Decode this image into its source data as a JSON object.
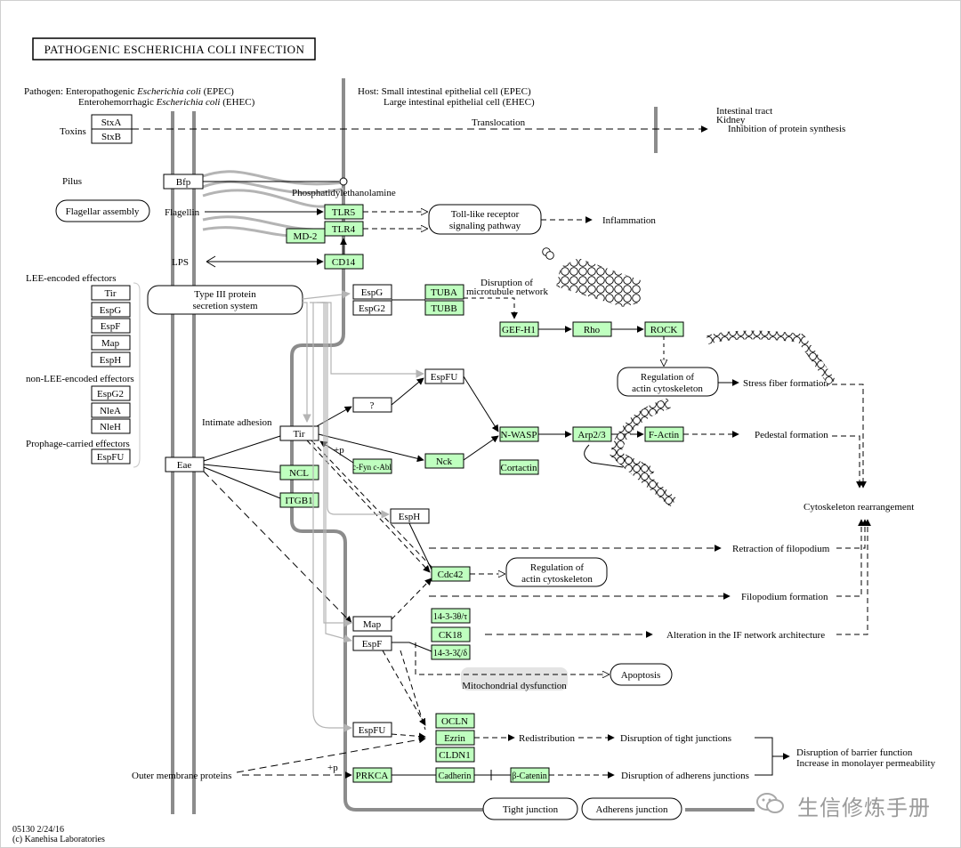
{
  "title": "PATHOGENIC ESCHERICHIA COLI INFECTION",
  "pathogen": {
    "prefix": "Pathogen: Enteropathogenic ",
    "species1": "Escherichia coli",
    "suffix1": " (EPEC)",
    "prefix2": "Enterohemorrhagic ",
    "species2": "Escherichia coli",
    "suffix2": " (EHEC)"
  },
  "host": {
    "line1": "Host: Small intestinal epithelial cell (EPEC)",
    "line2": "Large intestinal epithelial cell (EHEC)"
  },
  "labels": {
    "toxins": "Toxins",
    "pilus": "Pilus",
    "flagellin": "Flagellin",
    "lps": "LPS",
    "lee_effectors": "LEE-encoded effectors",
    "non_lee_effectors": "non-LEE-encoded effectors",
    "prophage_effectors": "Prophage-carried effectors",
    "intimate_adhesion": "Intimate adhesion",
    "translocation": "Translocation",
    "phosphatidylethanolamine": "Phosphatidylethanolamine",
    "inflammation": "Inflammation",
    "disruption_microtubule_1": "Disruption of",
    "disruption_microtubule_2": "microtubule network",
    "intestinal_tract": "Intestinal tract",
    "kidney": "Kidney",
    "inhibition_protein": "Inhibition of protein synthesis",
    "stress_fiber": "Stress fiber formation",
    "pedestal": "Pedestal formation",
    "cytoskeleton_rearr": "Cytoskeleton rearrangement",
    "retraction": "Retraction of filopodium",
    "filopodium": "Filopodium formation",
    "if_network": "Alteration in the IF network architecture",
    "mito": "Mitochondrial dysfunction",
    "redistribution": "Redistribution",
    "disruption_tight": "Disruption of tight junctions",
    "disruption_adherens": "Disruption of adherens junctions",
    "barrier1": "Disruption of barrier function",
    "barrier2": "Increase in monolayer permeability",
    "outer_membrane": "Outer membrane proteins",
    "plus_p1": "+p",
    "plus_p2": "+p",
    "footer1": "05130 2/24/16",
    "footer2": "(c) Kanehisa Laboratories"
  },
  "rounded_boxes": {
    "flagellar_assembly": "Flagellar assembly",
    "type3_line1": "Type III protein",
    "type3_line2": "secretion system",
    "tlr_line1": "Toll-like receptor",
    "tlr_line2": "signaling pathway",
    "reg_actin1_line1": "Regulation of",
    "reg_actin1_line2": "actin cytoskeleton",
    "reg_actin2_line1": "Regulation of",
    "reg_actin2_line2": "actin cytoskeleton",
    "apoptosis": "Apoptosis",
    "tight_junction": "Tight junction",
    "adherens_junction": "Adherens junction"
  },
  "white_genes": {
    "stxa": "StxA",
    "stxb": "StxB",
    "bfp": "Bfp",
    "tir_left": "Tir",
    "espg_left": "EspG",
    "espf_left": "EspF",
    "map_left": "Map",
    "esph_left": "EspH",
    "espg2_left": "EspG2",
    "nlea": "NleA",
    "nleh": "NleH",
    "espfu_left": "EspFU",
    "eae": "Eae",
    "espg": "EspG",
    "espg2": "EspG2",
    "espfu_mid": "EspFU",
    "question": "?",
    "tir": "Tir",
    "esph": "EspH",
    "map": "Map",
    "espf": "EspF",
    "espfu_low": "EspFU"
  },
  "green_genes": {
    "tlr5": "TLR5",
    "tlr4": "TLR4",
    "md2": "MD-2",
    "cd14": "CD14",
    "tuba": "TUBA",
    "tubb": "TUBB",
    "gefh1": "GEF-H1",
    "rho": "Rho",
    "rock": "ROCK",
    "nwasp": "N-WASP",
    "arp23": "Arp2/3",
    "factin": "F-Actin",
    "cortactin": "Cortactin",
    "nck": "Nck",
    "cfyn": "c-Fyn c-Abl",
    "ncl": "NCL",
    "itgb1": "ITGB1",
    "cdc42": "Cdc42",
    "ywhaq": "14-3-3θ/τ",
    "ck18": "CK18",
    "ywhaz": "14-3-3ζ/δ",
    "ocln": "OCLN",
    "ezrin": "Ezrin",
    "cldn1": "CLDN1",
    "prkca": "PRKCA",
    "cadherin": "Cadherin",
    "bcatenin": "β-Catenin"
  },
  "watermark": "生信修炼手册",
  "colors": {
    "gene_green": "#bfffbf",
    "membrane_gray": "#8c8c8c",
    "pale_line": "#b4b4b4"
  }
}
